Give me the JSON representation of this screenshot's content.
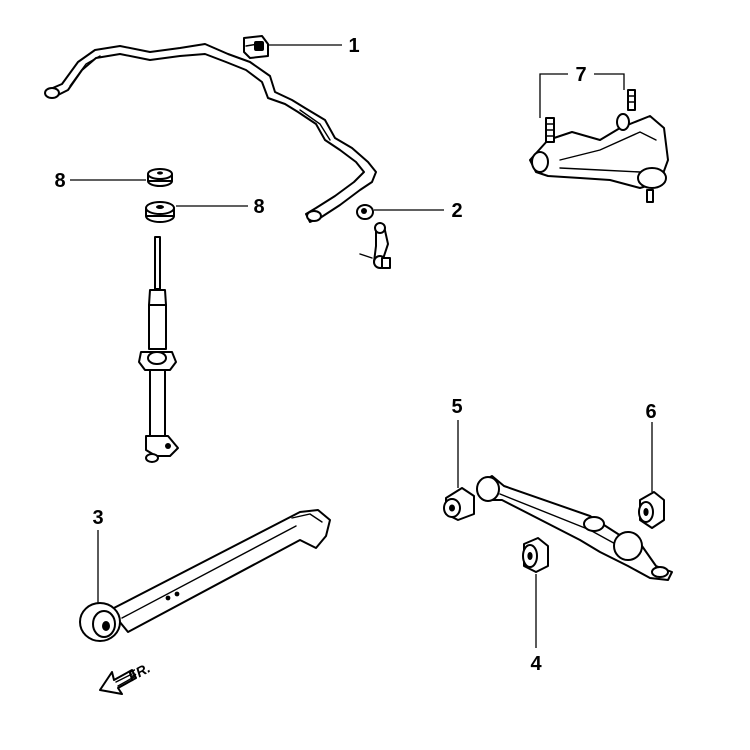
{
  "callouts": {
    "c1": "1",
    "c2": "2",
    "c3": "3",
    "c4": "4",
    "c5": "5",
    "c6": "6",
    "c7": "7",
    "c8a": "8",
    "c8b": "8"
  },
  "direction": {
    "label": "FR.",
    "icon": "front-direction-arrow-icon"
  },
  "colors": {
    "line": "#000000",
    "background": "#ffffff"
  }
}
